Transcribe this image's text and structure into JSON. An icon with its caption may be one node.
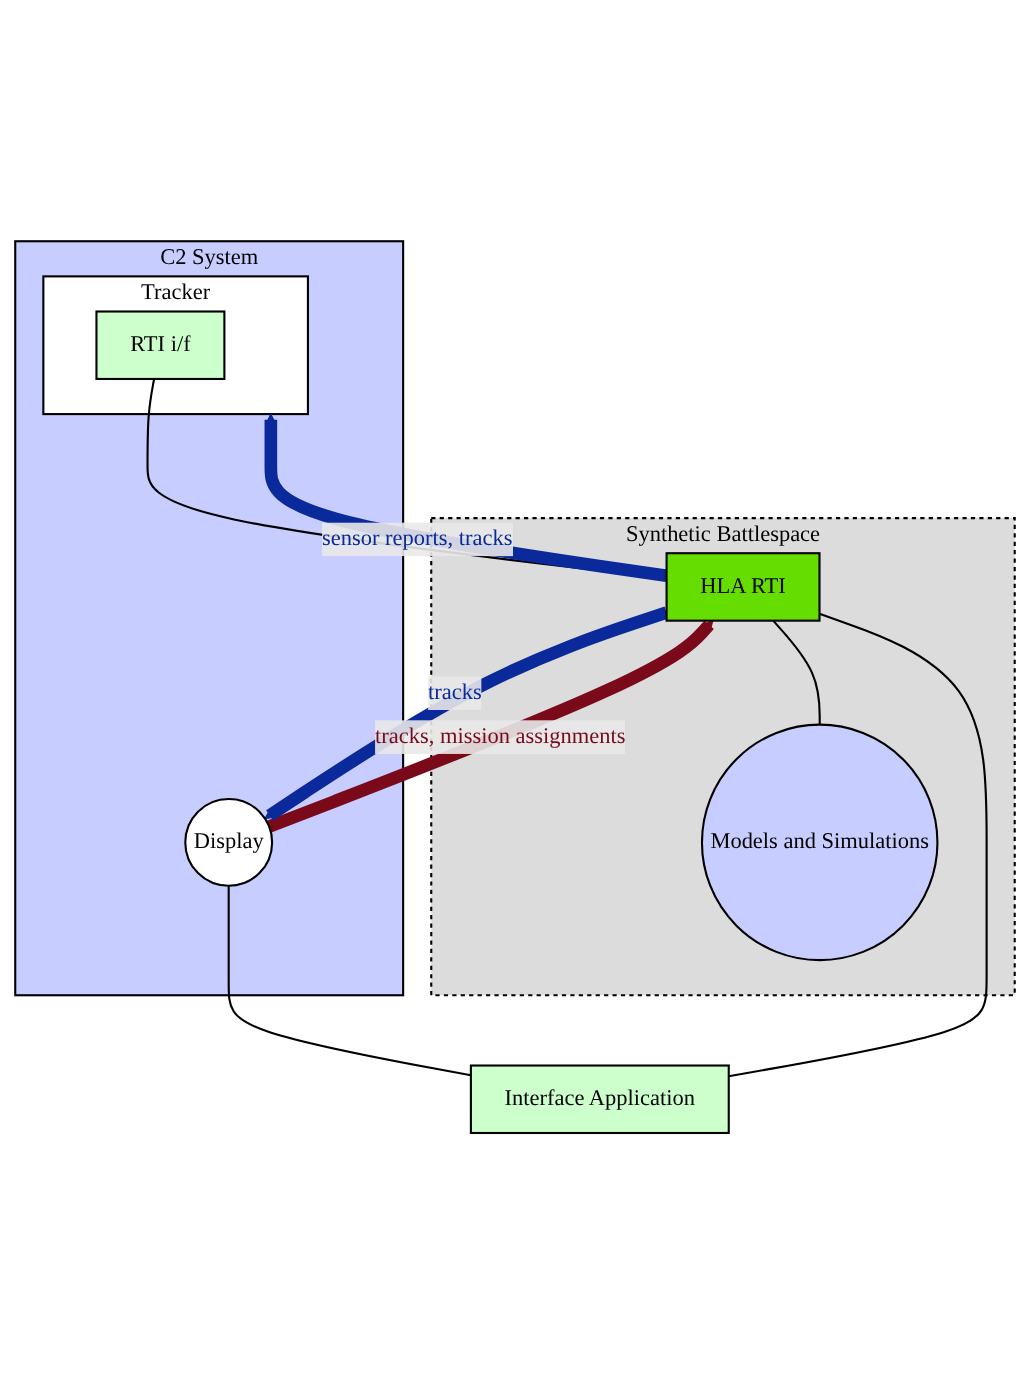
{
  "diagram": {
    "nodes": [
      {
        "text": [
          "C2 System"
        ]
      },
      {
        "text": [
          "Tracker"
        ],
        "in": 0
      },
      {
        "text": [
          "RTI i/f"
        ],
        "in": 1
      },
      {
        "text": [
          "Display"
        ],
        "in": 0
      },
      {
        "text": [
          "Interface Application"
        ]
      },
      {
        "text": [
          "Synthetic Battlespace"
        ]
      },
      {
        "text": [
          "HLA RTI"
        ],
        "in": 5
      },
      {
        "text": [
          "Models and Simulations"
        ],
        "in": 5
      }
    ],
    "edges": [
      {
        "from": 6,
        "to": 1,
        "arrow": "to",
        "label": "sensor reports, tracks",
        "style": "thick",
        "color": "#0a2a9c"
      },
      {
        "from": 2,
        "to": 6,
        "arrow": "none"
      },
      {
        "from": 3,
        "to": 6,
        "arrow": "to",
        "label": "tracks, mission assignments",
        "style": "thick",
        "color": "#7a0a1a"
      },
      {
        "from": 3,
        "to": 4,
        "arrow": "none"
      },
      {
        "from": 4,
        "to": 6,
        "arrow": "none"
      },
      {
        "from": 6,
        "to": 3,
        "arrow": "to",
        "label": "tracks",
        "style": "thick",
        "color": "#0a2a9c"
      },
      {
        "from": 6,
        "to": 7,
        "arrow": "none"
      }
    ]
  }
}
